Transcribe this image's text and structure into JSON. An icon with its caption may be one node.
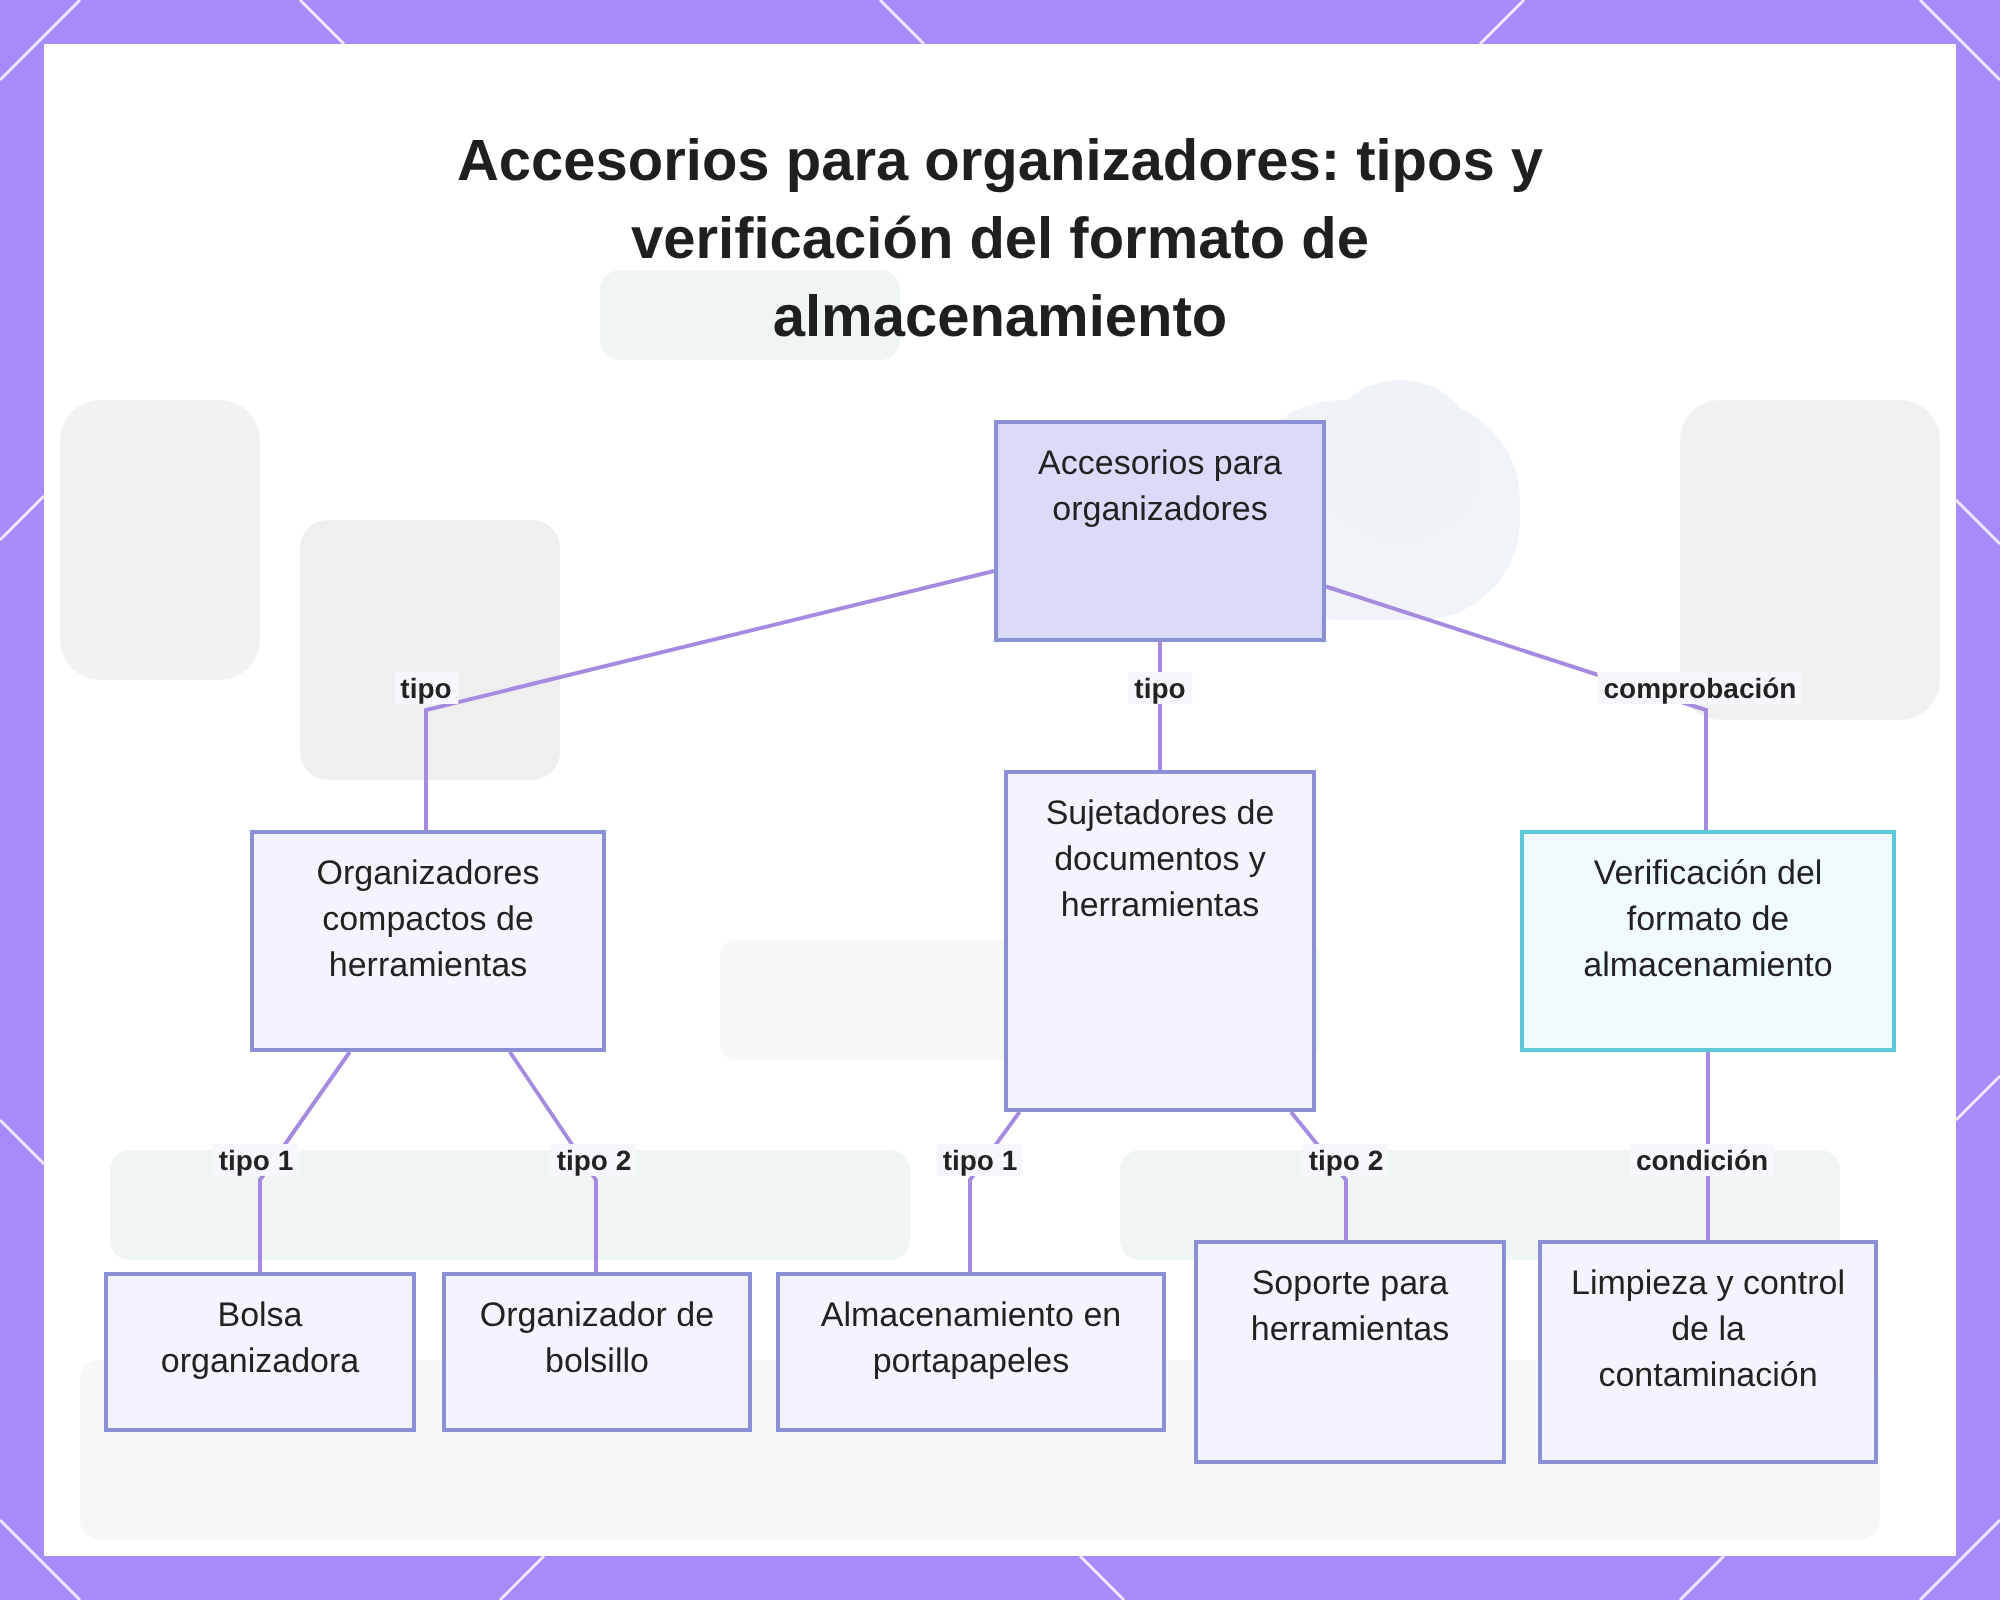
{
  "diagram": {
    "title": "Accesorios para organizadores: tipos y verificación del formato de almacenamiento",
    "nodes": [
      {
        "text": [
          "Accesorios para organizadores"
        ]
      },
      {
        "text": [
          "Organizadores compactos de herramientas"
        ]
      },
      {
        "text": [
          "Sujetadores de documentos y herramientas"
        ]
      },
      {
        "text": [
          "Verificación del formato de almacenamiento"
        ]
      },
      {
        "text": [
          "Bolsa organizadora"
        ]
      },
      {
        "text": [
          "Organizador de bolsillo"
        ]
      },
      {
        "text": [
          "Almacenamiento en portapapeles"
        ]
      },
      {
        "text": [
          "Soporte para herramientas"
        ]
      },
      {
        "text": [
          "Limpieza y control de la contaminación"
        ]
      }
    ],
    "edges": [
      {
        "from": 0,
        "to": 1,
        "arrow": "none",
        "label": "tipo"
      },
      {
        "from": 0,
        "to": 2,
        "arrow": "none",
        "label": "tipo"
      },
      {
        "from": 0,
        "to": 3,
        "arrow": "none",
        "label": "comprobación"
      },
      {
        "from": 1,
        "to": 4,
        "arrow": "none",
        "label": "tipo 1"
      },
      {
        "from": 1,
        "to": 5,
        "arrow": "none",
        "label": "tipo 2"
      },
      {
        "from": 2,
        "to": 6,
        "arrow": "none",
        "label": "tipo 1"
      },
      {
        "from": 2,
        "to": 7,
        "arrow": "none",
        "label": "tipo 2"
      },
      {
        "from": 3,
        "to": 8,
        "arrow": "none",
        "label": "condición"
      }
    ]
  }
}
